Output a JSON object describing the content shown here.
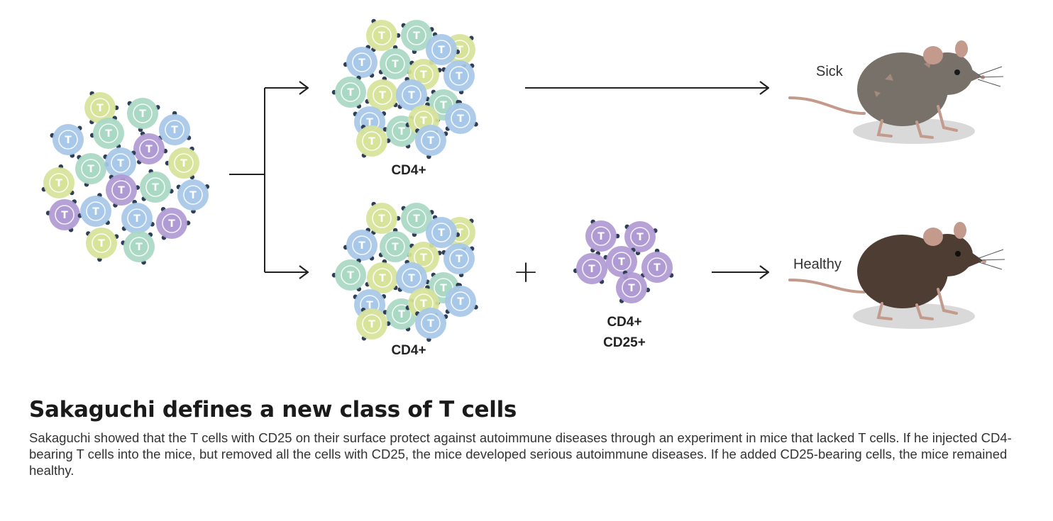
{
  "colors": {
    "t_cell_blue": "#a7c8e8",
    "t_cell_green": "#a9d8c3",
    "t_cell_yellow": "#d8e39a",
    "t_cell_purple": "#b09ad4",
    "receptor": "#2e3f57",
    "arrow": "#222222",
    "sick_mouse": "#77716a",
    "healthy_mouse": "#4d3d32",
    "mouse_pink": "#c39a8c"
  },
  "cell_letter": "T",
  "labels": {
    "cd4_top": "CD4+",
    "cd4_bottom": "CD4+",
    "cd4_cd25_line1": "CD4+",
    "cd4_cd25_line2": "CD25+",
    "plus_sign": "+",
    "sick": "Sick",
    "healthy": "Healthy"
  },
  "caption": {
    "title": "Sakaguchi defines a new class of T cells",
    "body": "Sakaguchi showed that the T cells with CD25 on their surface protect against autoimmune diseases through an experiment in mice that lacked T cells. If he injected CD4-bearing T cells into the mice, but removed all the cells with CD25, the mice developed serious autoimmune diseases. If he added CD25-bearing cells, the mice remained healthy."
  }
}
